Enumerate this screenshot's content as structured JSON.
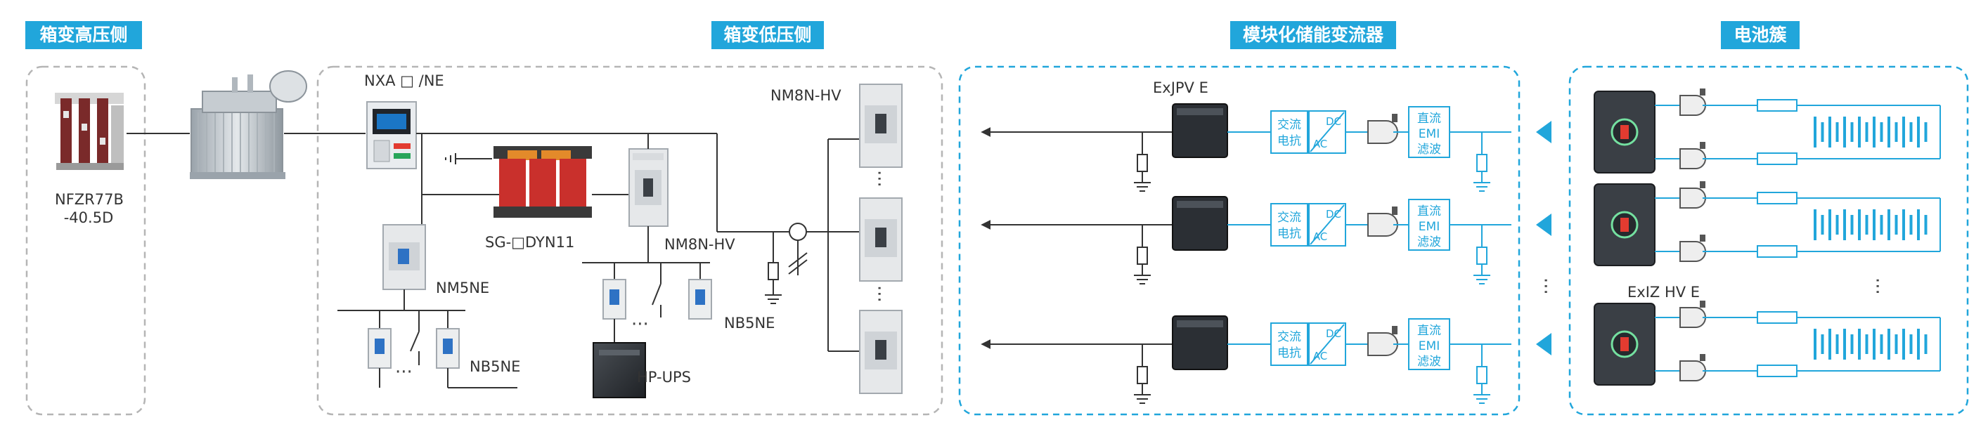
{
  "sections": {
    "hv_side": "箱变高压侧",
    "lv_side": "箱变低压侧",
    "pcs": "模块化储能变流器",
    "battery": "电池簇"
  },
  "labels": {
    "nfzr": "NFZR77B",
    "nfzr_spec": "-40.5D",
    "nxa": "NXA □ /NE",
    "sg": "SG-□DYN11",
    "nm5ne": "NM5NE",
    "nb5ne_a": "NB5NE",
    "nm8n_top": "NM8N-HV",
    "nm8n_mid": "NM8N-HV",
    "nb5ne_b": "NB5NE",
    "hpups": "HP-UPS",
    "exjpv": "ExJPV E",
    "exiz": "ExIZ HV E"
  },
  "blocks": {
    "dcac_dc": "DC",
    "dcac_ac": "AC",
    "dcac_cn1": "交流",
    "dcac_cn2": "电抗",
    "emi_1": "直流",
    "emi_2": "EMI",
    "emi_3": "滤波"
  },
  "ellipsis": "···",
  "colors": {
    "accent": "#21a6db",
    "line": "#333333",
    "dashed_gray": "#b5b5b5",
    "red_transformer": "#c9302c",
    "orange_terminal": "#e38a2a"
  }
}
